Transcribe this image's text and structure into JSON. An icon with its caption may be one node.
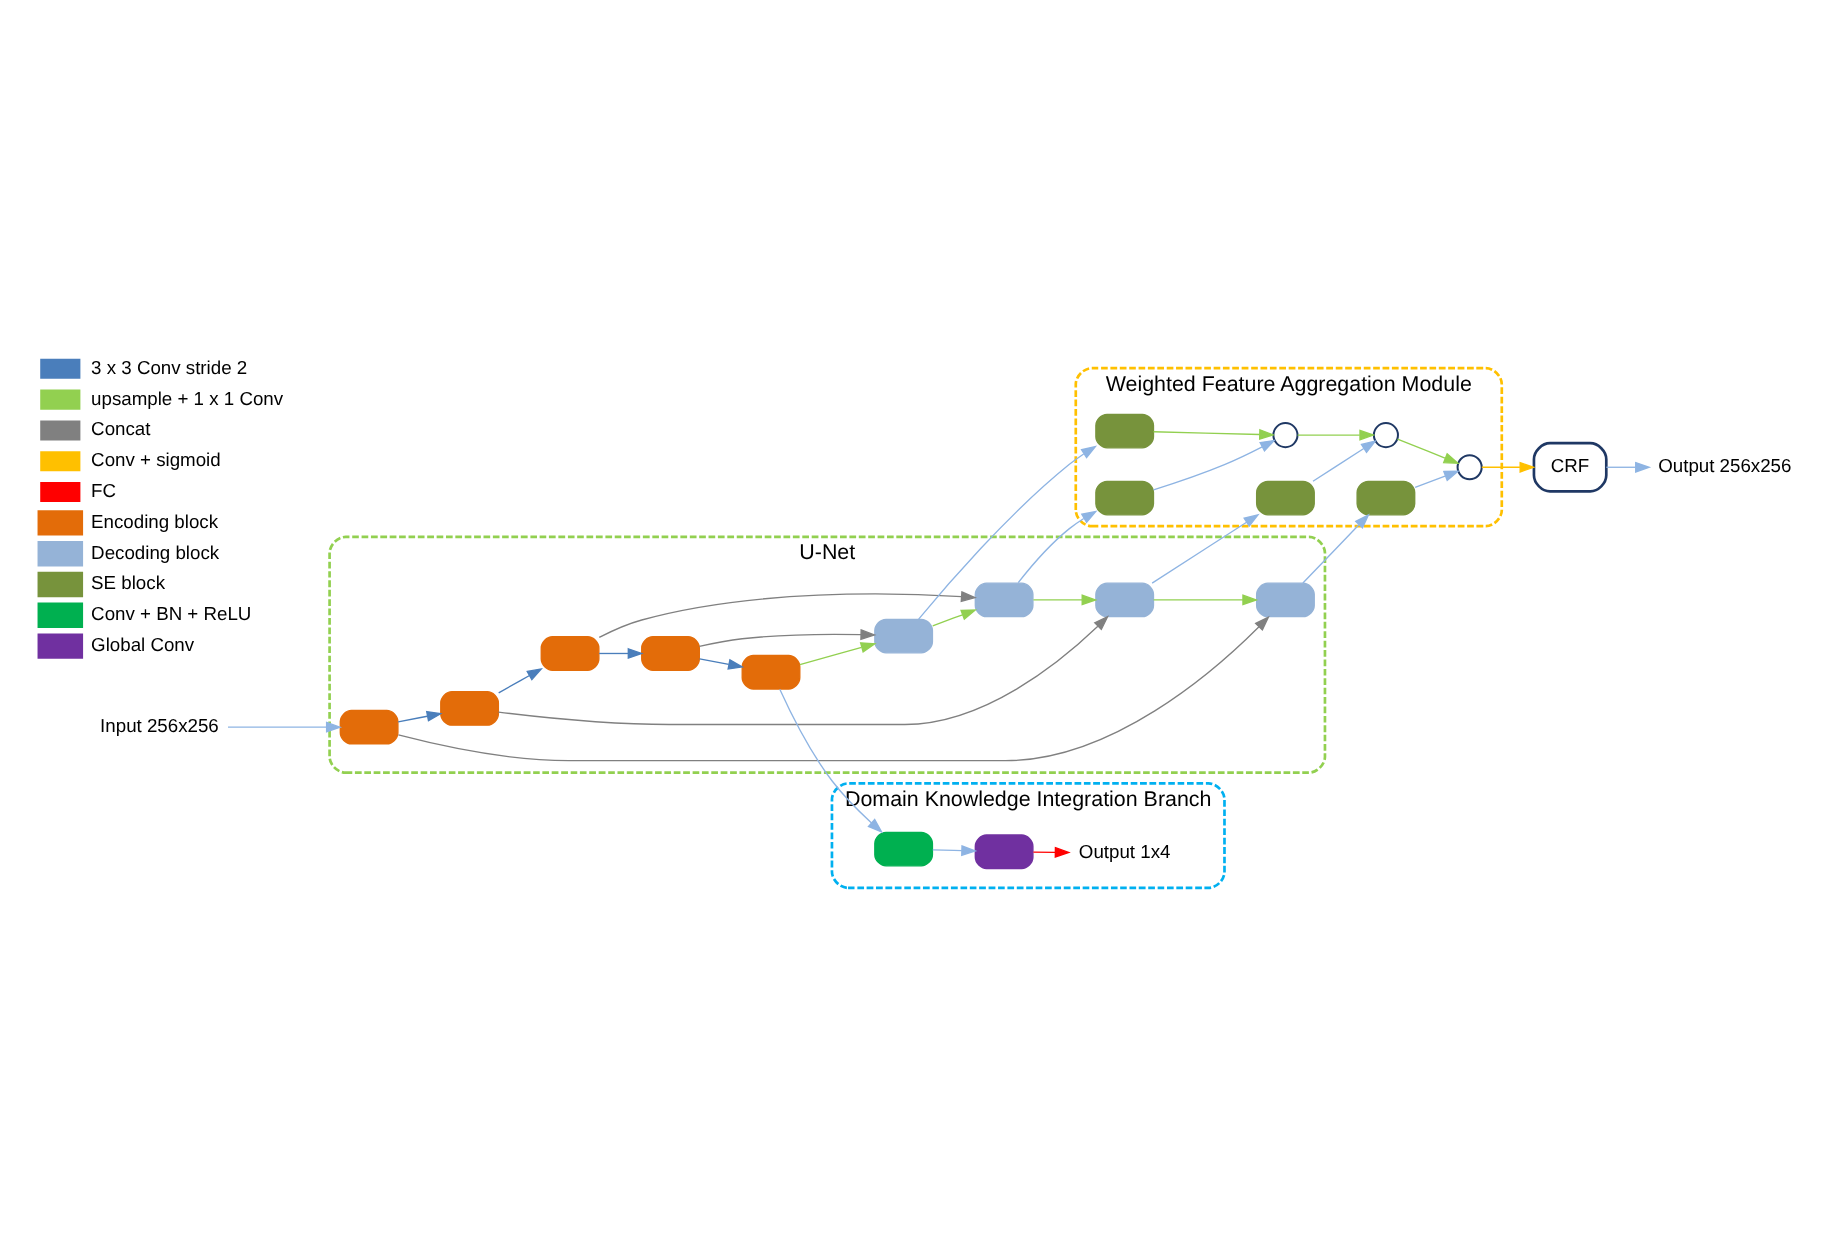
{
  "diagram": {
    "nodes": [
      {
        "text": [
          "U-Net"
        ]
      },
      {
        "text": [
          "Weighted Feature Aggregation Module"
        ]
      },
      {
        "text": [
          "Domain Knowledge Integration Branch"
        ]
      },
      {
        "text": [
          "Input 256x256"
        ]
      },
      {
        "text": [],
        "shape": "box",
        "in": 0
      },
      {
        "text": [],
        "shape": "box",
        "in": 0
      },
      {
        "text": [],
        "shape": "box",
        "in": 0
      },
      {
        "text": [],
        "shape": "box",
        "in": 0
      },
      {
        "text": [],
        "shape": "box",
        "in": 0
      },
      {
        "text": [],
        "shape": "box",
        "in": 0
      },
      {
        "text": [],
        "shape": "box",
        "in": 0
      },
      {
        "text": [],
        "shape": "box",
        "in": 0
      },
      {
        "text": [],
        "shape": "box",
        "in": 0
      },
      {
        "text": [],
        "shape": "box",
        "in": 1
      },
      {
        "text": [],
        "shape": "box",
        "in": 1
      },
      {
        "text": [],
        "shape": "box",
        "in": 1
      },
      {
        "text": [],
        "shape": "box",
        "in": 1
      },
      {
        "text": [],
        "shape": "circle",
        "in": 1
      },
      {
        "text": [],
        "shape": "circle",
        "in": 1
      },
      {
        "text": [],
        "shape": "circle",
        "in": 1
      },
      {
        "text": [
          "CRF"
        ]
      },
      {
        "text": [
          "Output 256x256"
        ]
      },
      {
        "text": [],
        "shape": "box",
        "in": 2
      },
      {
        "text": [],
        "shape": "box",
        "in": 2
      },
      {
        "text": [
          "Output 1x4"
        ],
        "in": 2
      }
    ],
    "edges": [
      {
        "from": 3,
        "to": 4,
        "arrow": "to"
      },
      {
        "from": 4,
        "to": 5,
        "arrow": "to",
        "color": "#4a7ebb"
      },
      {
        "from": 5,
        "to": 6,
        "arrow": "to",
        "color": "#4a7ebb"
      },
      {
        "from": 6,
        "to": 7,
        "arrow": "to",
        "color": "#4a7ebb"
      },
      {
        "from": 7,
        "to": 8,
        "arrow": "to",
        "color": "#4a7ebb"
      },
      {
        "from": 4,
        "to": 9,
        "arrow": "to",
        "color": "#808080"
      },
      {
        "from": 5,
        "to": 10,
        "arrow": "to",
        "color": "#808080"
      },
      {
        "from": 6,
        "to": 11,
        "arrow": "to",
        "color": "#808080"
      },
      {
        "from": 7,
        "to": 12,
        "arrow": "to",
        "color": "#808080"
      },
      {
        "from": 8,
        "to": 12,
        "arrow": "to",
        "color": "#92d050"
      },
      {
        "from": 12,
        "to": 11,
        "arrow": "to",
        "color": "#92d050"
      },
      {
        "from": 11,
        "to": 10,
        "arrow": "to",
        "color": "#92d050"
      },
      {
        "from": 10,
        "to": 9,
        "arrow": "to",
        "color": "#92d050"
      },
      {
        "from": 9,
        "to": 13,
        "arrow": "to"
      },
      {
        "from": 10,
        "to": 14,
        "arrow": "to"
      },
      {
        "from": 11,
        "to": 15,
        "arrow": "to"
      },
      {
        "from": 12,
        "to": 16,
        "arrow": "to"
      },
      {
        "from": 13,
        "to": 17,
        "arrow": "to"
      },
      {
        "from": 14,
        "to": 18,
        "arrow": "to"
      },
      {
        "from": 15,
        "to": 19,
        "arrow": "to"
      },
      {
        "from": 16,
        "to": 19,
        "arrow": "to",
        "color": "#92d050"
      },
      {
        "from": 19,
        "to": 18,
        "arrow": "to",
        "color": "#92d050"
      },
      {
        "from": 18,
        "to": 17,
        "arrow": "to",
        "color": "#92d050"
      },
      {
        "from": 17,
        "to": 20,
        "arrow": "to",
        "color": "#ffc000"
      },
      {
        "from": 20,
        "to": 21,
        "arrow": "to"
      },
      {
        "from": 8,
        "to": 22,
        "arrow": "to"
      },
      {
        "from": 22,
        "to": 23,
        "arrow": "to"
      },
      {
        "from": 23,
        "to": 24,
        "arrow": "to",
        "color": "#ff0000"
      }
    ],
    "legend": [
      {
        "text": "3 x 3 Conv stride 2"
      },
      {
        "text": "upsample + 1 x 1 Conv"
      },
      {
        "text": "Concat"
      },
      {
        "text": "Conv + sigmoid"
      },
      {
        "text": "FC"
      },
      {
        "text": "Encoding block",
        "color": "#e36c09"
      },
      {
        "text": "Decoding block",
        "color": "#95b3d7"
      },
      {
        "text": "SE block",
        "color": "#77933c"
      },
      {
        "text": "Conv + BN + ReLU",
        "color": "#00b050"
      },
      {
        "text": "Global Conv",
        "color": "#7030a0"
      }
    ]
  }
}
